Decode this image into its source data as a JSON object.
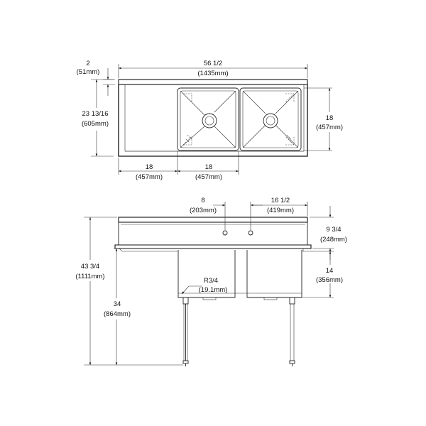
{
  "top_view": {
    "backsplash_height": {
      "imperial": "2",
      "metric": "(51mm)"
    },
    "overall_width": {
      "imperial": "56 1/2",
      "metric": "(1435mm)"
    },
    "overall_depth": {
      "imperial": "23 13/16",
      "metric": "(605mm)"
    },
    "bowl_depth": {
      "imperial": "18",
      "metric": "(457mm)"
    },
    "drainboard_width": {
      "imperial": "18",
      "metric": "(457mm)"
    },
    "bowl_width": {
      "imperial": "18",
      "metric": "(457mm)"
    }
  },
  "front_view": {
    "faucet_spacing": {
      "imperial": "8",
      "metric": "(203mm)"
    },
    "faucet_offset": {
      "imperial": "16 1/2",
      "metric": "(419mm)"
    },
    "splash_height": {
      "imperial": "9 3/4",
      "metric": "(248mm)"
    },
    "overall_height": {
      "imperial": "43 3/4",
      "metric": "(1111mm)"
    },
    "bowl_height": {
      "imperial": "14",
      "metric": "(356mm)"
    },
    "corner_radius": {
      "imperial": "R3/4",
      "metric": "(19.1mm)"
    },
    "work_height": {
      "imperial": "34",
      "metric": "(864mm)"
    }
  }
}
